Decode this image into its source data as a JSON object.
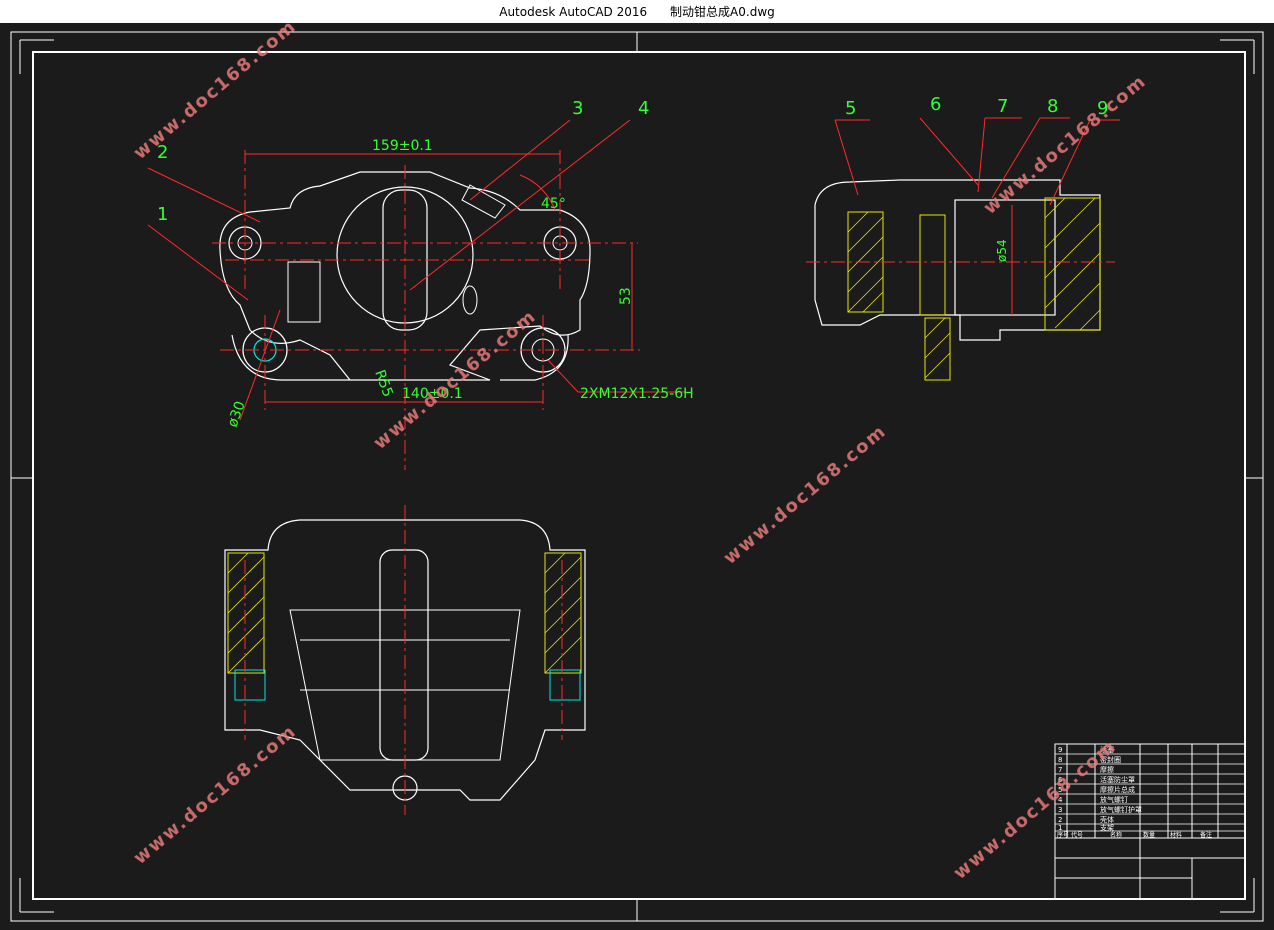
{
  "window": {
    "app_title": "Autodesk AutoCAD 2016",
    "file_name": "制动钳总成A0.dwg"
  },
  "watermark": "www.doc168.com",
  "balloons": [
    "1",
    "2",
    "3",
    "4",
    "5",
    "6",
    "7",
    "8",
    "9"
  ],
  "dimensions": {
    "top_width": "159±0.1",
    "bottom_width": "140±0.1",
    "height": "53",
    "angle": "45°",
    "diameter_hole": "ø30",
    "radius": "R55",
    "thread": "2XM12X1.25-6H",
    "bore": "ø54"
  },
  "bom": {
    "rows": [
      {
        "no": "9",
        "name": "活塞"
      },
      {
        "no": "8",
        "name": "密封圈"
      },
      {
        "no": "7",
        "name": "摩擦"
      },
      {
        "no": "6",
        "name": "活塞防尘罩"
      },
      {
        "no": "5",
        "name": "摩擦片总成"
      },
      {
        "no": "4",
        "name": "放气螺钉"
      },
      {
        "no": "3",
        "name": "放气螺钉护罩"
      },
      {
        "no": "2",
        "name": "壳体"
      },
      {
        "no": "1",
        "name": "支架"
      }
    ],
    "header": [
      "序号",
      "代号",
      "名称",
      "数量",
      "材料",
      "备注"
    ]
  },
  "colors": {
    "background": "#1b1b1b",
    "outline": "#ffffff",
    "center_line": "#ff2a2a",
    "dimension": "#33ff33",
    "hatch": "#e6e600",
    "cyan": "#00e6e6",
    "watermark": "#e87a7a"
  }
}
